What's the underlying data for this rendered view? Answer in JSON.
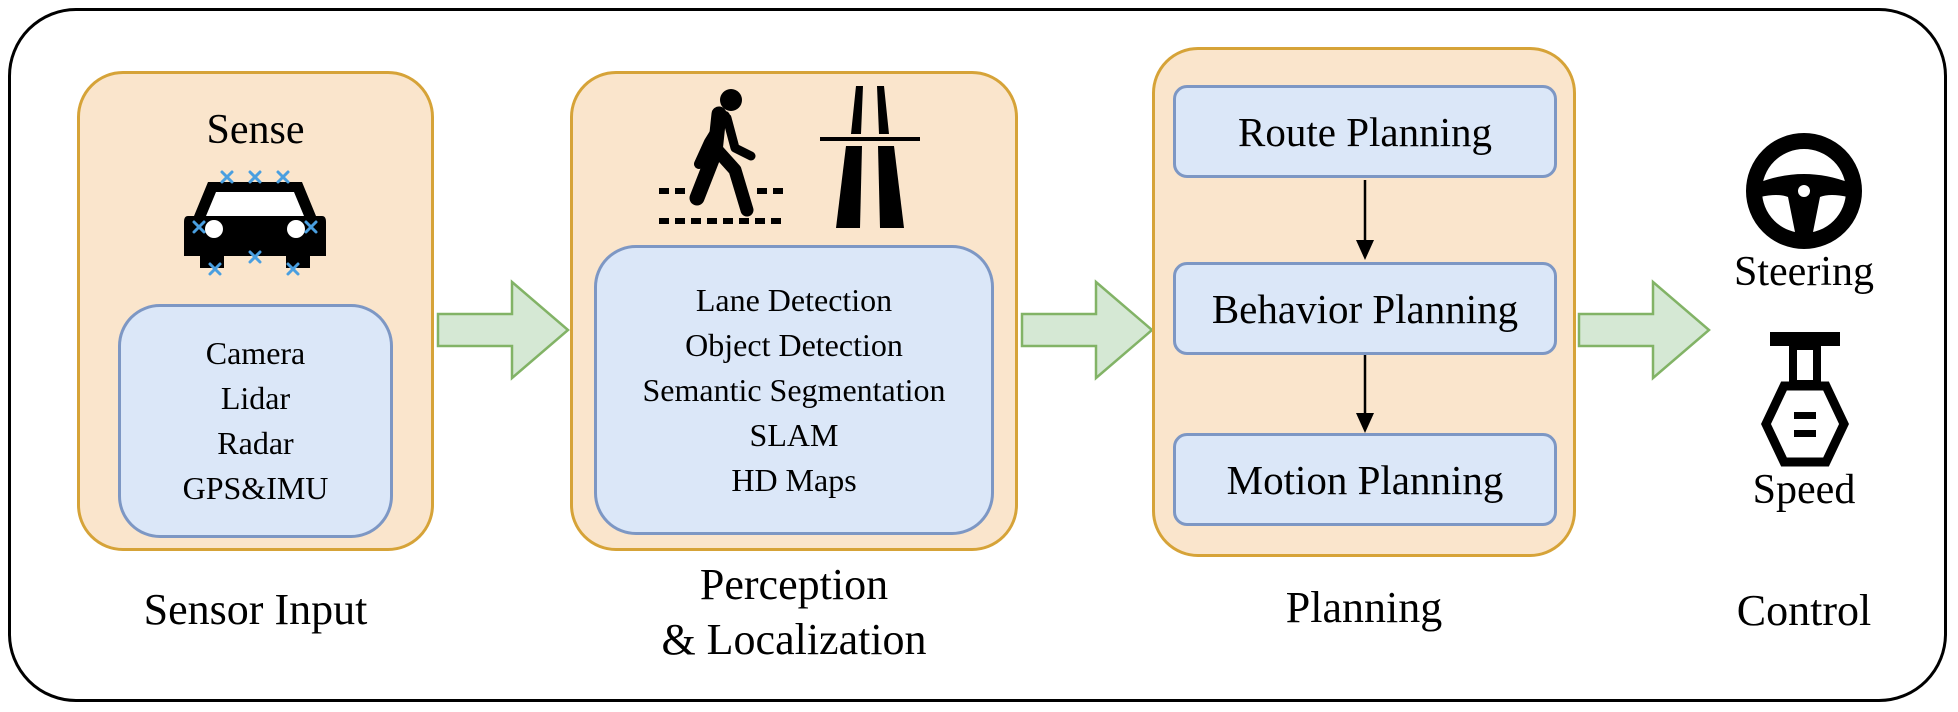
{
  "stages": {
    "sensor": {
      "title": "Sense",
      "items": [
        "Camera",
        "Lidar",
        "Radar",
        "GPS&IMU"
      ],
      "caption": "Sensor Input"
    },
    "perception": {
      "items": [
        "Lane Detection",
        "Object Detection",
        "Semantic Segmentation",
        "SLAM",
        "HD Maps"
      ],
      "caption_line1": "Perception",
      "caption_line2": "& Localization"
    },
    "planning": {
      "steps": [
        "Route Planning",
        "Behavior Planning",
        "Motion Planning"
      ],
      "caption": "Planning"
    },
    "control": {
      "steering_label": "Steering",
      "speed_label": "Speed",
      "caption": "Control"
    }
  },
  "colors": {
    "stage_fill": "#fae5cc",
    "stage_border": "#d6a338",
    "box_fill": "#dbe7f8",
    "box_border": "#7d97c4",
    "flow_arrow_fill": "#d5e8d4",
    "flow_arrow_border": "#82b366",
    "sensor_marker": "#4a9fe0"
  }
}
